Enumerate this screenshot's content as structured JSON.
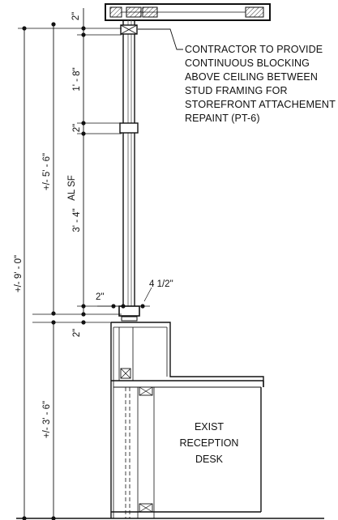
{
  "annotations": {
    "blocking_note": [
      "CONTRACTOR TO PROVIDE",
      "CONTINUOUS BLOCKING",
      "ABOVE CEILING BETWEEN",
      "STUD FRAMING FOR",
      "STOREFRONT ATTACHEMENT",
      "REPAINT (PT-6)"
    ],
    "desk_label": [
      "EXIST",
      "RECEPTION",
      "DESK"
    ]
  },
  "dimensions": {
    "overall_height": "+/- 9' - 0\"",
    "storefront_height": "+/- 5' - 6\"",
    "storefront_type": "AL SF",
    "desk_height": "+/- 3' - 6\"",
    "top_gap": "2\"",
    "upper_segment": "1' - 8\"",
    "mid_mullion": "2\"",
    "lower_segment": "3' - 4\"",
    "sill_gap": "2\"",
    "base_shim": "2\"",
    "sill_depth": "4 1/2\""
  },
  "colors": {
    "ink": "#111111",
    "paper": "#ffffff"
  }
}
